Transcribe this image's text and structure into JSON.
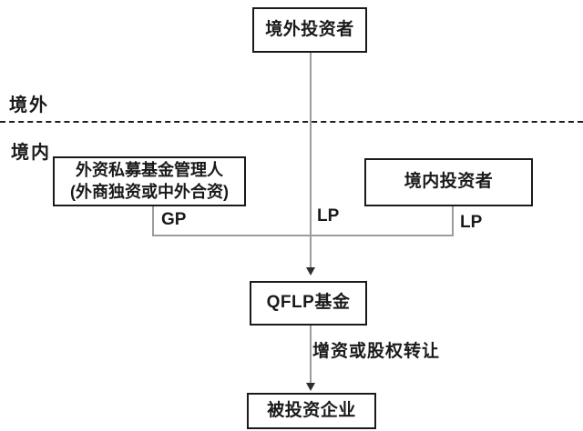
{
  "page": {
    "background": "#ffffff",
    "title": "QFLP fund structure diagram"
  },
  "regions": {
    "overseas": "境外",
    "domestic": "境内"
  },
  "nodes": {
    "overseas_investor": {
      "label": "境外投资者"
    },
    "fund_manager": {
      "line1": "外资私募基金管理人",
      "line2": "(外商独资或中外合资)"
    },
    "domestic_investor": {
      "label": "境内投资者"
    },
    "qflp_fund": {
      "label": "QFLP基金"
    },
    "investee": {
      "label": "被投资企业"
    }
  },
  "edges": {
    "gp_label": "GP",
    "lp_center_label": "LP",
    "lp_right_label": "LP",
    "transfer_label": "增资或股权转让"
  },
  "colors": {
    "box_border": "#1a1a1a",
    "text": "#1a1a1a",
    "connector": "#9c9c9c",
    "arrowhead": "#2e2e2e",
    "boundary_dash": "#1f1f1f",
    "background": "#ffffff"
  }
}
